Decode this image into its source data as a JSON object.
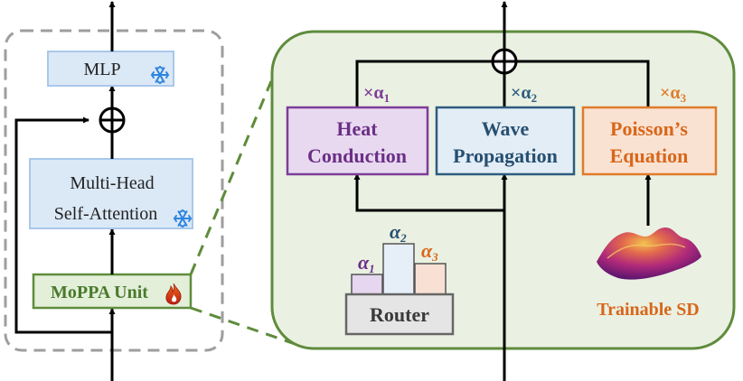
{
  "encoder": {
    "mlp_label": "MLP",
    "attention_line1": "Multi-Head",
    "attention_line2": "Self-Attention",
    "moppa_label": "MoPPA Unit"
  },
  "experts": {
    "heat": {
      "line1": "Heat",
      "line2": "Conduction",
      "weight": "×α",
      "sub": "1"
    },
    "wave": {
      "line1": "Wave",
      "line2": "Propagation",
      "weight": "×α",
      "sub": "2"
    },
    "poisson": {
      "line1": "Poisson’s",
      "line2": "Equation",
      "weight": "×α",
      "sub": "3"
    }
  },
  "router": {
    "label": "Router",
    "bars": [
      {
        "label": "α",
        "sub": "1"
      },
      {
        "label": "α",
        "sub": "2"
      },
      {
        "label": "α",
        "sub": "3"
      }
    ]
  },
  "surface": {
    "label": "Trainable SD"
  },
  "icons": {
    "frozen": "snowflake-icon",
    "trainable": "flame-icon",
    "sum": "circled-plus-icon"
  },
  "colors": {
    "heat": "#7d3c98",
    "wave": "#2e5c7f",
    "poisson": "#e07b2c",
    "frozen_fill": "#dbe8f6",
    "frozen_stroke": "#a9c8ea",
    "moppa_fill": "#e3efd9",
    "moppa_stroke": "#5f8c3c",
    "panel_fill": "#eaf1e2",
    "snowflake": "#2f86e0",
    "flame": "#d63618"
  }
}
